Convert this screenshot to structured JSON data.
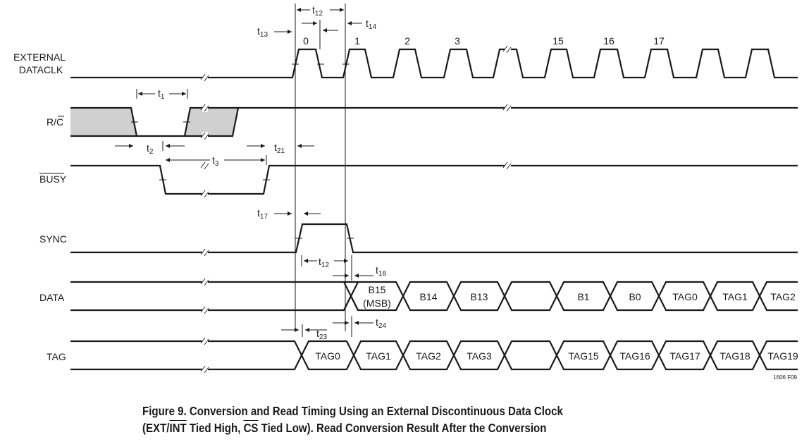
{
  "signals": {
    "ext_clk_line1": "EXTERNAL",
    "ext_clk_line2": "DATACLK",
    "rc_r": "R/",
    "rc_c": "C",
    "busy": "BUSY",
    "sync": "SYNC",
    "data": "DATA",
    "tag": "TAG"
  },
  "clock_numbers": [
    "0",
    "1",
    "2",
    "3",
    "15",
    "16",
    "17"
  ],
  "data_bus": [
    "B15",
    "(MSB)",
    "B14",
    "B13",
    "B1",
    "B0",
    "TAG0",
    "TAG1",
    "TAG2"
  ],
  "tag_bus": [
    "TAG0",
    "TAG1",
    "TAG2",
    "TAG3",
    "TAG15",
    "TAG16",
    "TAG17",
    "TAG18",
    "TAG19"
  ],
  "timing": {
    "t": "t",
    "s1": "1",
    "s2": "2",
    "s3": "3",
    "s12": "12",
    "s13": "13",
    "s14": "14",
    "s17": "17",
    "s18": "18",
    "s21": "21",
    "s23": "23",
    "s24": "24"
  },
  "figure_id": "1606 F09",
  "caption": {
    "l1_a": "Figure 9. Conversion and Read Timing Using an External Discontinuous Data Clock",
    "l2_a": "(EXT/",
    "l2_int": "INT",
    "l2_b": " Tied High, ",
    "l2_cs": "CS",
    "l2_c": " Tied Low). Read Conversion Result After the Conversion"
  }
}
